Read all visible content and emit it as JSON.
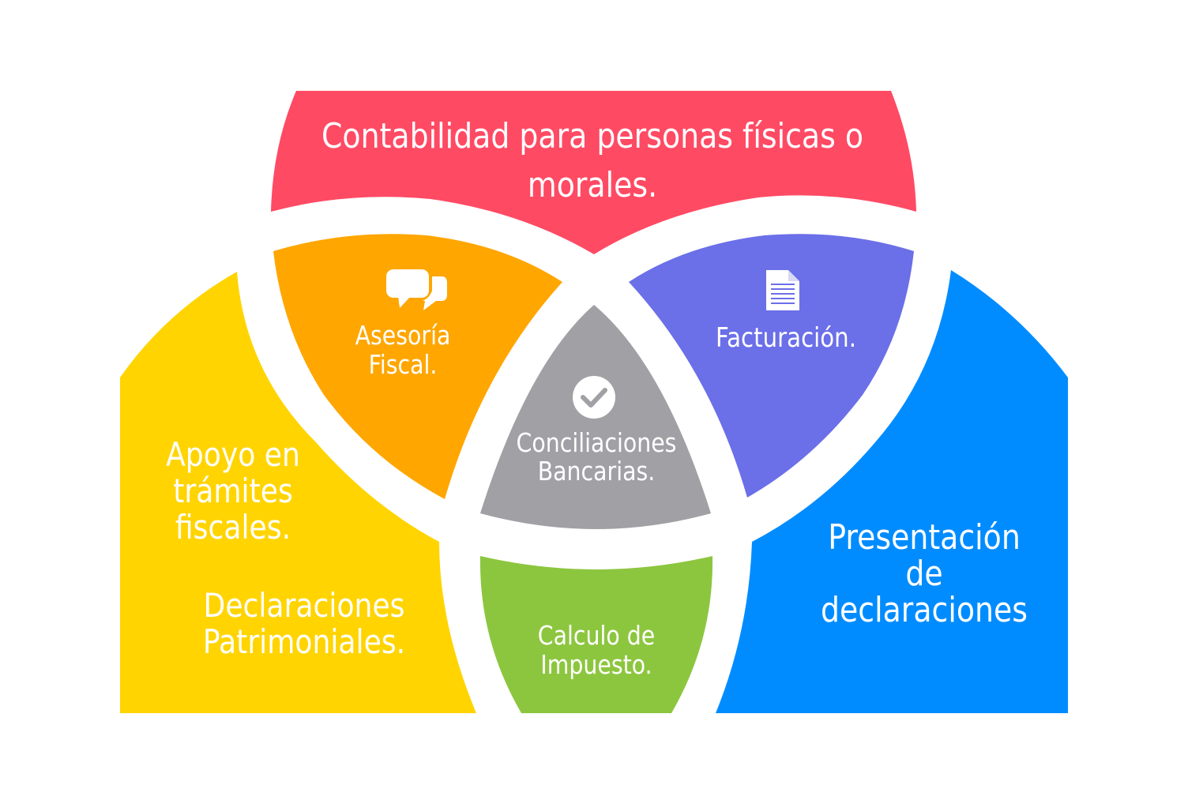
{
  "colors": {
    "top": "#ff4a64",
    "left": "#ffd400",
    "right": "#008cff",
    "bottom": "#8cc63f",
    "upper_left": "#ffa600",
    "upper_right": "#6b6fe8",
    "center": "#a0a0a5",
    "text": "#ffffff"
  },
  "regions": {
    "top": {
      "lines": [
        "Contabilidad para personas físicas o",
        "morales."
      ]
    },
    "upper_left": {
      "icon": "speech-bubbles-icon",
      "lines": [
        "Asesoría",
        "Fiscal."
      ]
    },
    "upper_right": {
      "icon": "document-icon",
      "lines": [
        "Facturación."
      ]
    },
    "center": {
      "icon": "check-circle-icon",
      "lines": [
        "Conciliaciones",
        "Bancarias."
      ]
    },
    "left": {
      "lines_a": [
        "Apoyo en",
        "trámites",
        "fiscales."
      ],
      "lines_b": [
        "Declaraciones",
        "Patrimoniales."
      ]
    },
    "right": {
      "lines": [
        "Presentación",
        "de",
        "declaraciones"
      ]
    },
    "bottom": {
      "lines": [
        "Calculo de",
        "Impuesto."
      ]
    }
  }
}
